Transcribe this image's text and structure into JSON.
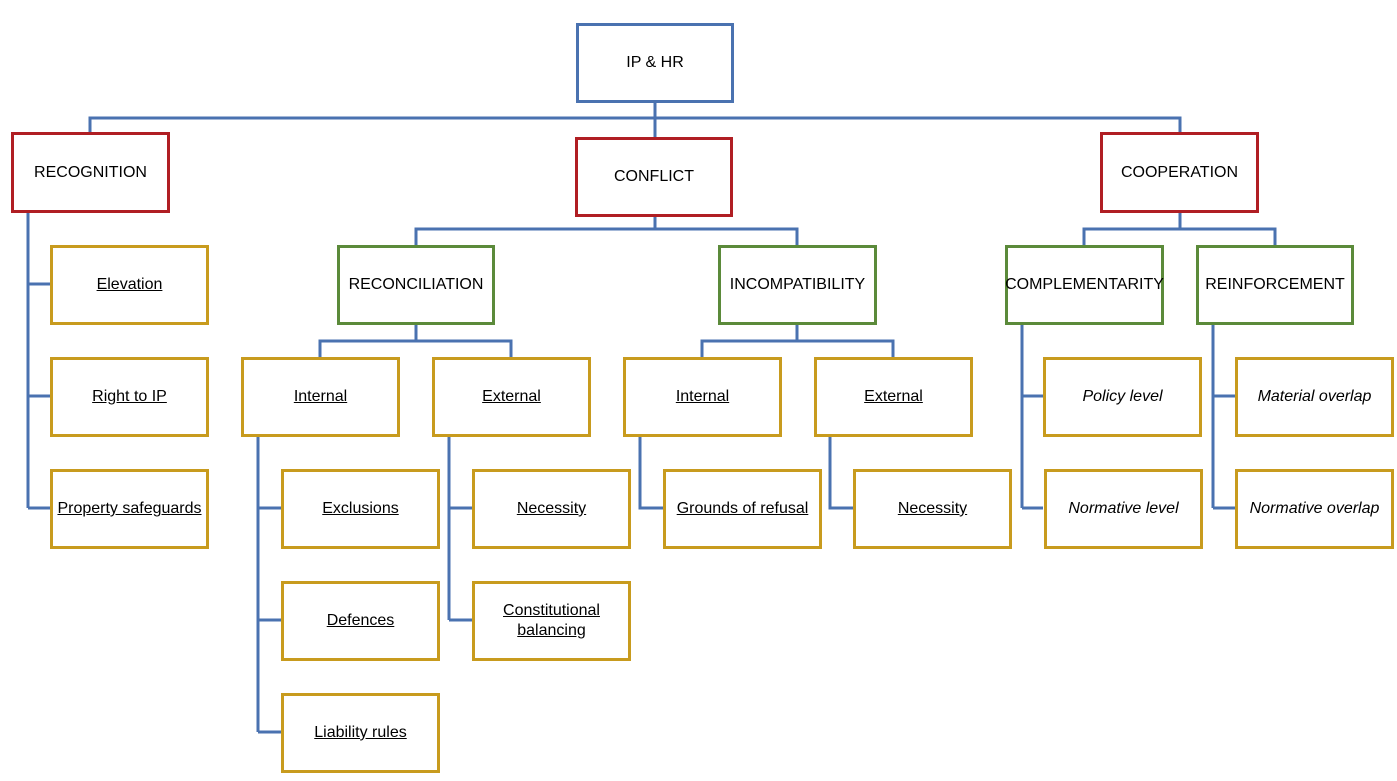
{
  "colors": {
    "connector": "#4A72B0",
    "root_border": "#4A72B0",
    "level1_border": "#B01E23",
    "level2_border": "#5B8A3A",
    "leaf_border": "#C89B1E"
  },
  "root": {
    "label": "IP & HR"
  },
  "recognition": {
    "label": "RECOGNITION",
    "items": [
      "Elevation",
      "Right to IP",
      "Property safeguards"
    ]
  },
  "conflict": {
    "label": "CONFLICT",
    "reconciliation": {
      "label": "RECONCILIATION",
      "internal": {
        "label": "Internal",
        "items": [
          "Exclusions",
          "Defences",
          "Liability rules"
        ]
      },
      "external": {
        "label": "External",
        "items": [
          "Necessity",
          "Constitutional balancing"
        ]
      }
    },
    "incompatibility": {
      "label": "INCOMPATIBILITY",
      "internal": {
        "label": "Internal",
        "items": [
          "Grounds of refusal"
        ]
      },
      "external": {
        "label": "External",
        "items": [
          "Necessity"
        ]
      }
    }
  },
  "cooperation": {
    "label": "COOPERATION",
    "complementarity": {
      "label": "COMPLEMENTARITY",
      "items": [
        "Policy level",
        "Normative level"
      ]
    },
    "reinforcement": {
      "label": "REINFORCEMENT",
      "items": [
        "Material overlap",
        "Normative overlap"
      ]
    }
  }
}
